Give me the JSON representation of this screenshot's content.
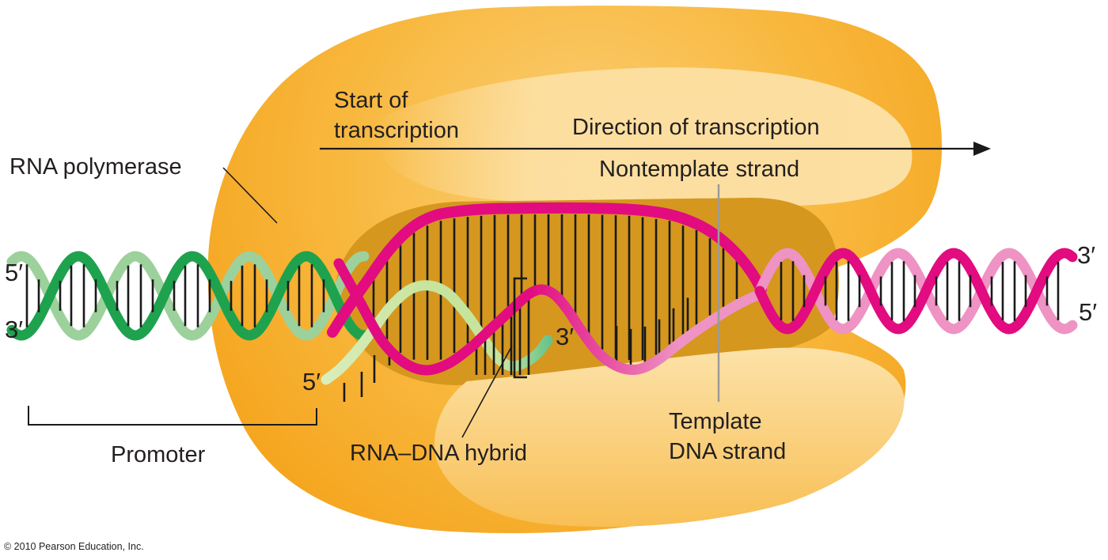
{
  "labels": {
    "rna_polymerase": "RNA polymerase",
    "start_of_transcription_line1": "Start of",
    "start_of_transcription_line2": "transcription",
    "direction_of_transcription": "Direction of transcription",
    "nontemplate_strand": "Nontemplate strand",
    "template_strand_line1": "Template",
    "template_strand_line2": "DNA strand",
    "rna_dna_hybrid": "RNA–DNA hybrid",
    "promoter": "Promoter",
    "dna_left_5prime": "5′",
    "dna_left_3prime": "3′",
    "dna_right_3prime": "3′",
    "dna_right_5prime": "5′",
    "rna_5prime": "5′",
    "rna_3prime": "3′",
    "copyright": "© 2010 Pearson Education, Inc."
  },
  "colors": {
    "background": "#ffffff",
    "polymerase_edge": "#f5a41d",
    "polymerase_mid": "#f8b83e",
    "polymerase_light": "#fbd07a",
    "polymerase_lobe_light": "#fce2a8",
    "polymerase_lobe_deep": "#f8bf55",
    "cleft": "#d5971e",
    "dna_green_dark": "#1ea24e",
    "dna_green_light": "#9cd19c",
    "rna_green_pale": "#d9eebc",
    "rna_green_light": "#c7e49d",
    "rna_green_tip": "#5ec08b",
    "dna_pink_dark": "#e20b80",
    "dna_pink_light": "#ee93c3",
    "base_pair_line": "#1a1a1a",
    "leader_gray": "#9b9b9b",
    "text": "#231f20"
  }
}
